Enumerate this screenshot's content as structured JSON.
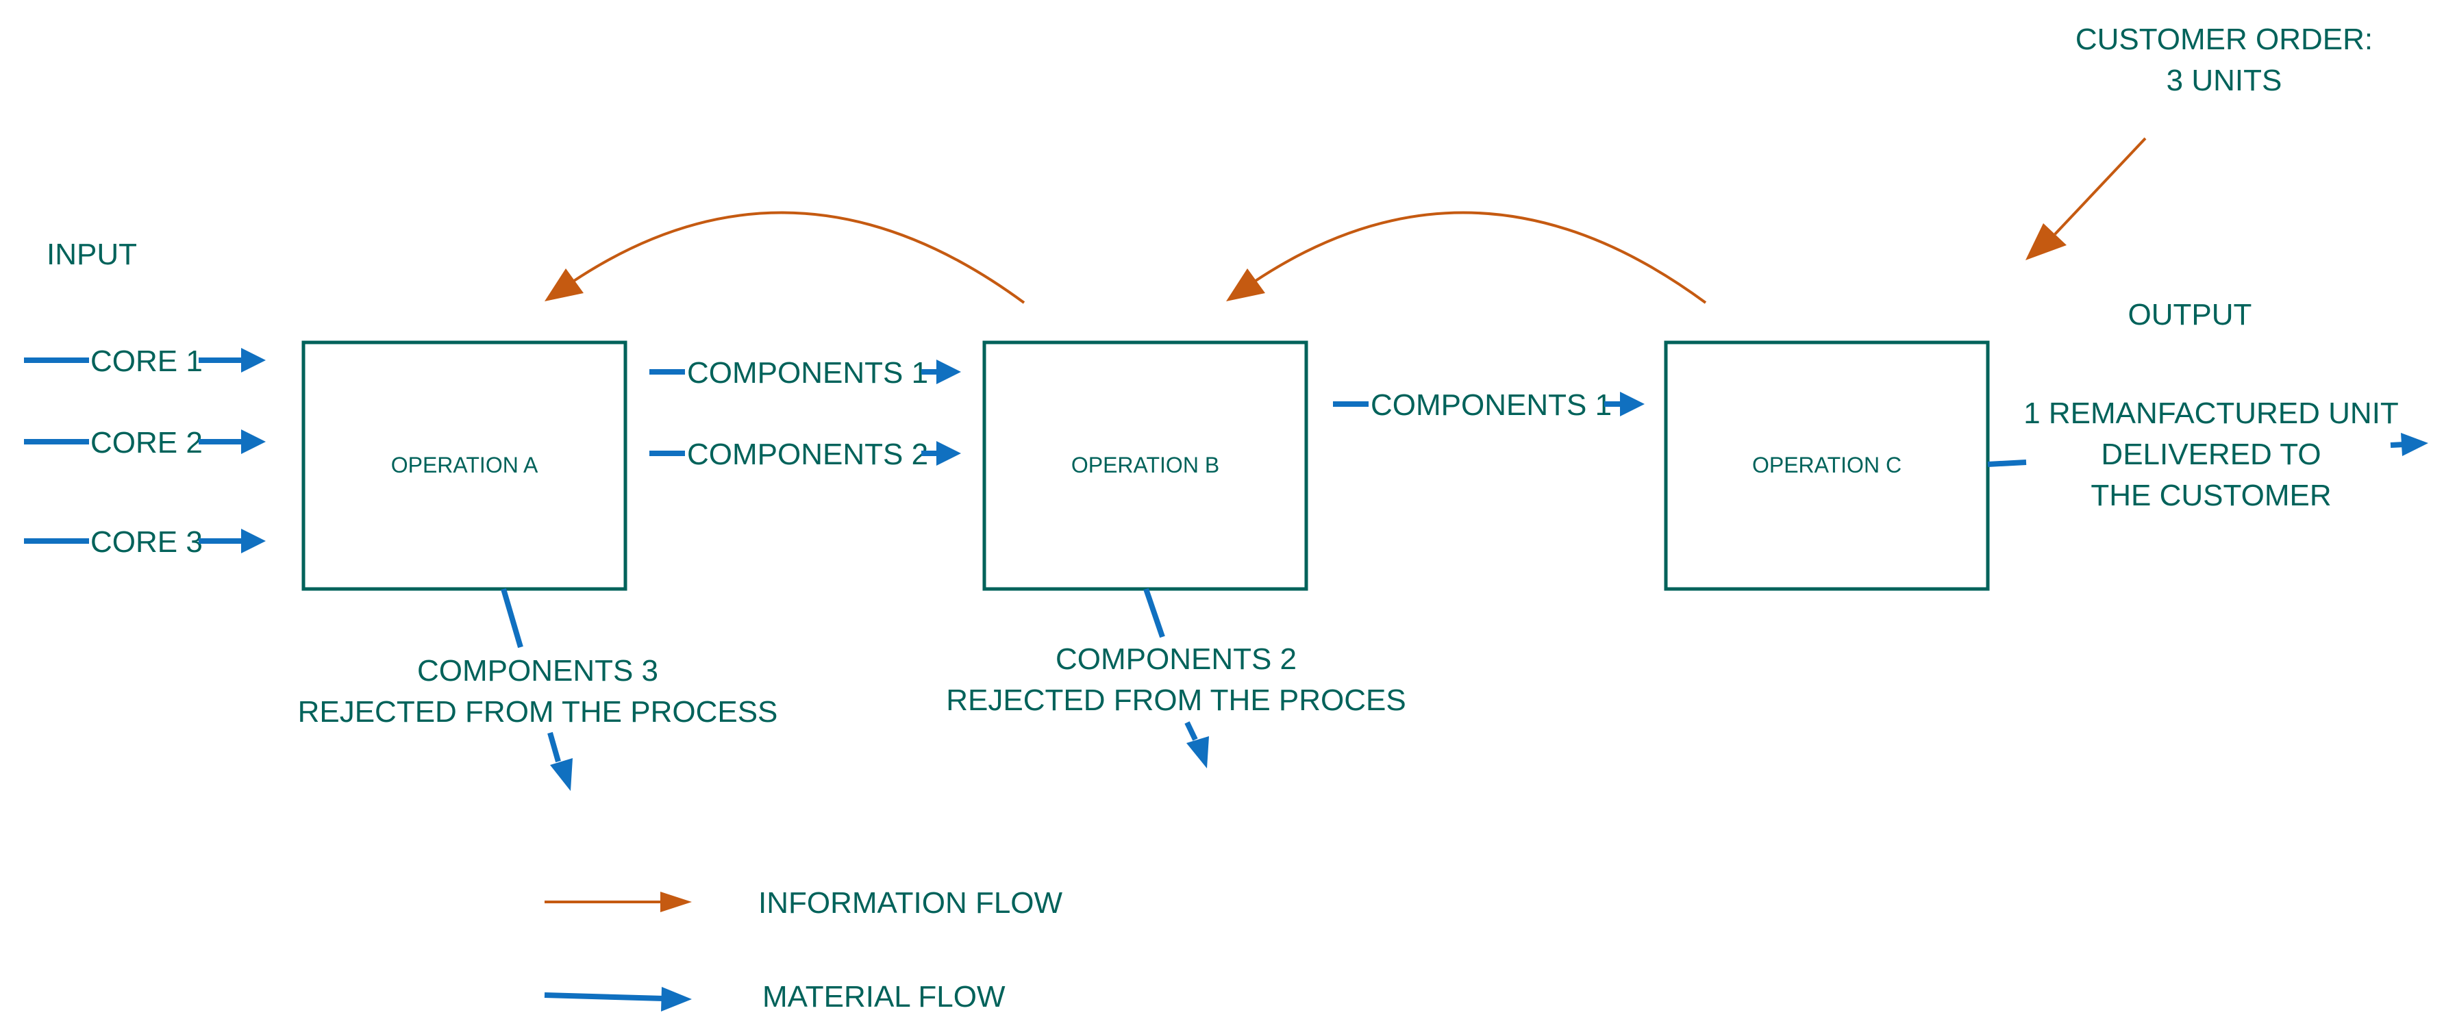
{
  "colors": {
    "text": "#00625a",
    "box_stroke": "#00625a",
    "material_flow": "#1070c0",
    "information_flow": "#c55a11"
  },
  "labels": {
    "input": "INPUT",
    "output": "OUTPUT",
    "customer_order": [
      "CUSTOMER ORDER:",
      "3 UNITS"
    ],
    "core_1": "CORE 1",
    "core_2": "CORE 2",
    "core_3": "CORE 3",
    "components_1_ab": "COMPONENTS 1",
    "components_2_ab": "COMPONENTS 2",
    "components_1_bc": "COMPONENTS 1",
    "rejected_a": [
      "COMPONENTS 3",
      "REJECTED FROM THE PROCESS"
    ],
    "rejected_b": [
      "COMPONENTS 2",
      "REJECTED FROM THE PROCES"
    ],
    "output_text": [
      "1 REMANFACTURED UNIT",
      "DELIVERED TO",
      "THE CUSTOMER"
    ]
  },
  "operations": {
    "a": "OPERATION A",
    "b": "OPERATION B",
    "c": "OPERATION C"
  },
  "legend": {
    "information_flow": "INFORMATION FLOW",
    "material_flow": "MATERIAL FLOW"
  }
}
